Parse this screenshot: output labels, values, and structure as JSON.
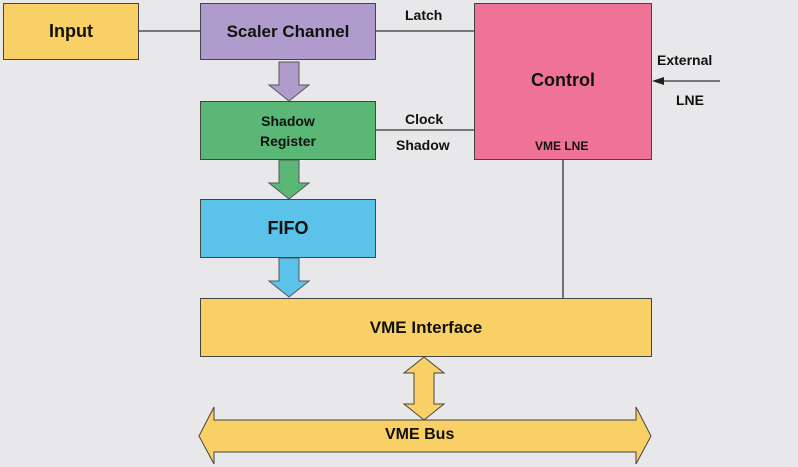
{
  "colors": {
    "background": "#e8e8ea",
    "input": "#f9d066",
    "scaler": "#b09ccc",
    "shadow": "#5bb776",
    "fifo": "#5bc2ea",
    "vme_interface": "#f9d066",
    "control": "#ee7396",
    "bus": "#f9d066",
    "arrow_purple": "#b09ccc",
    "arrow_green": "#5bb776",
    "arrow_blue": "#5bc2ea"
  },
  "blocks": {
    "input": "Input",
    "scaler_channel": "Scaler Channel",
    "shadow_register": {
      "line1": "Shadow",
      "line2": "Register"
    },
    "fifo": "FIFO",
    "control": "Control",
    "vme_lne": "VME LNE",
    "vme_interface": "VME Interface",
    "vme_bus": "VME Bus"
  },
  "labels": {
    "latch": "Latch",
    "clock": "Clock",
    "shadow": "Shadow",
    "external": "External",
    "lne": "LNE"
  }
}
